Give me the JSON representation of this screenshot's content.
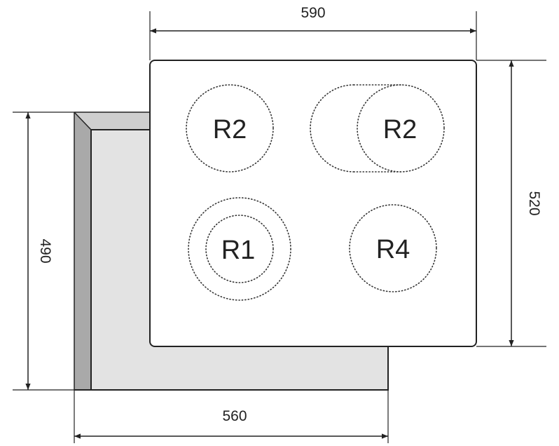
{
  "dimensions": {
    "top_width": "590",
    "right_height": "520",
    "left_height": "490",
    "bottom_width": "560"
  },
  "zones": {
    "top_left": "R2",
    "top_right": "R2",
    "bottom_left": "R1",
    "bottom_right": "R4"
  },
  "colors": {
    "line": "#222222",
    "cutout_fill": "#e3e3e3",
    "cutout_side": "#a9a9a9",
    "panel_fill": "#ffffff",
    "zone_dots": "#333333"
  }
}
